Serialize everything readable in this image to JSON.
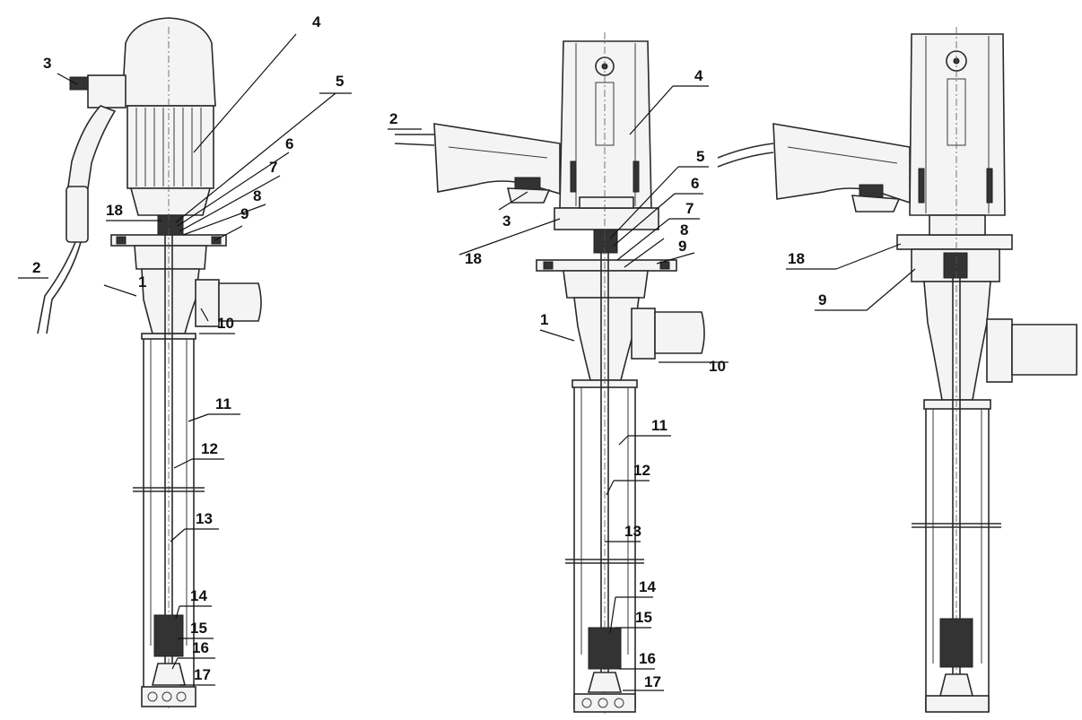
{
  "labels": {
    "left": [
      "1",
      "2",
      "3",
      "4",
      "5",
      "6",
      "7",
      "8",
      "9",
      "10",
      "11",
      "12",
      "13",
      "14",
      "15",
      "16",
      "17",
      "18"
    ],
    "middle": [
      "1",
      "2",
      "3",
      "4",
      "5",
      "6",
      "7",
      "8",
      "9",
      "10",
      "11",
      "12",
      "13",
      "14",
      "15",
      "16",
      "17",
      "18"
    ],
    "right": [
      "9",
      "18"
    ]
  },
  "colors": {
    "line": "#2a2a2a",
    "paper": "#ffffff"
  }
}
